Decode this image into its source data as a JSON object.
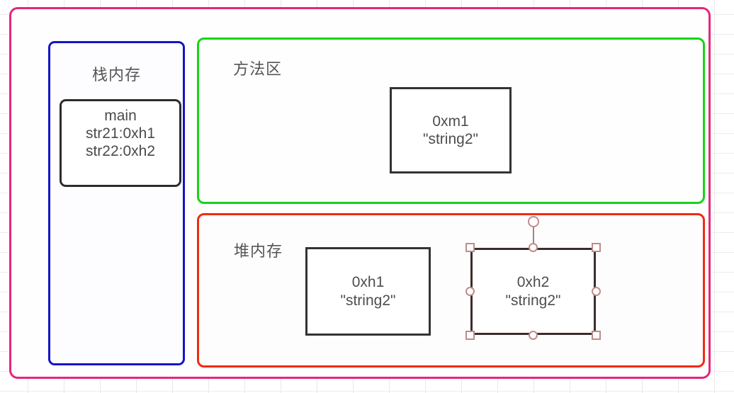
{
  "diagram": {
    "outer": {
      "name": "jvm-memory-overview",
      "border_color": "#e6267a"
    },
    "stack": {
      "title": "栈内存",
      "border_color": "#1414c8",
      "frame": {
        "lines": [
          "main",
          "str21:0xh1",
          "str22:0xh2"
        ]
      }
    },
    "method_area": {
      "title": "方法区",
      "border_color": "#19d219",
      "object": {
        "lines": [
          "0xm1",
          "\"string2\""
        ]
      }
    },
    "heap": {
      "title": "堆内存",
      "border_color": "#f22a10",
      "objects": [
        {
          "lines": [
            "0xh1",
            "\"string2\""
          ],
          "selected": false
        },
        {
          "lines": [
            "0xh2",
            "\"string2\""
          ],
          "selected": true
        }
      ]
    },
    "selection": {
      "handle_color": "#c08b8b",
      "outline_color": "#3d2b2b",
      "handles": [
        "top-left",
        "top-middle",
        "top-right",
        "middle-left",
        "middle-right",
        "bottom-left",
        "bottom-middle",
        "bottom-right",
        "rotate"
      ]
    }
  }
}
